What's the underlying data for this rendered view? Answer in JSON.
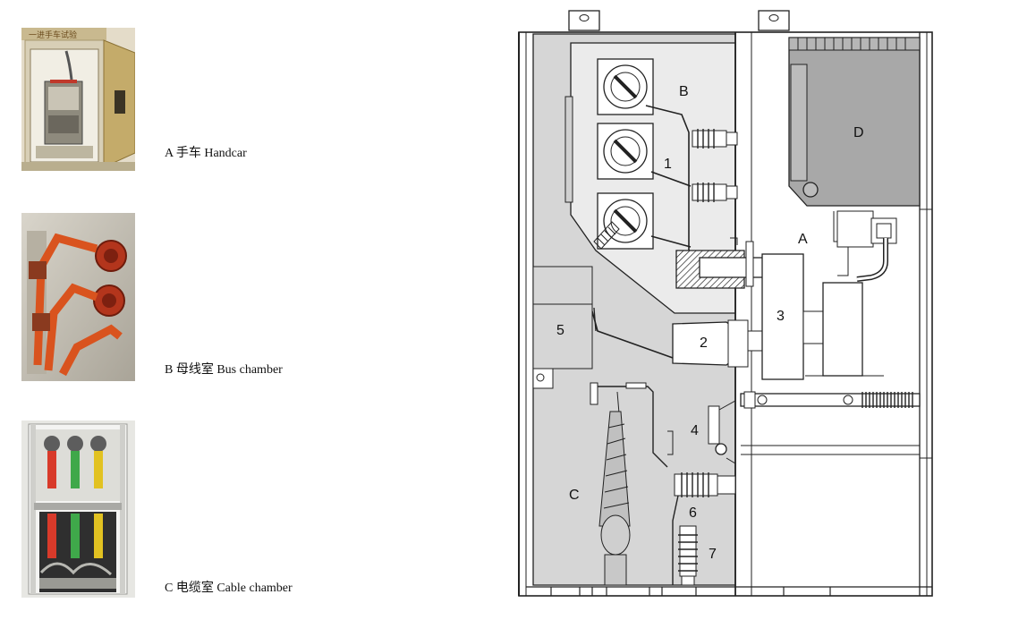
{
  "photos": [
    {
      "caption": "A 手车 Handcar",
      "image_label": "一进手车试验"
    },
    {
      "caption": "B 母线室 Bus chamber"
    },
    {
      "caption": "C 电缆室 Cable chamber"
    }
  ],
  "diagram": {
    "labels": {
      "A": "A",
      "B": "B",
      "C": "C",
      "D": "D",
      "n1": "1",
      "n2": "2",
      "n3": "3",
      "n4": "4",
      "n5": "5",
      "n6": "6",
      "n7": "7"
    }
  },
  "colors": {
    "chamber_fill": "#d6d6d6",
    "bus_fill": "#ebebeb",
    "lv_box": "#a8a8a8",
    "line": "#222222",
    "busbar_orange": "#d9531e",
    "cabinet_beige": "#cbb88e"
  }
}
